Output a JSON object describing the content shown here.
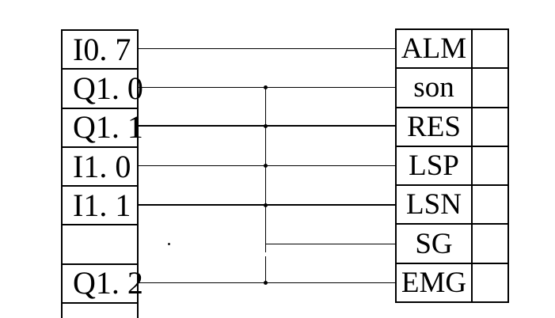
{
  "diagram": {
    "left_table": {
      "description": "PLC I/O address column",
      "rows": [
        "I0. 7",
        "Q1. 0",
        "Q1. 1",
        "I1. 0",
        "I1. 1",
        "",
        "Q1. 2",
        ""
      ]
    },
    "right_table": {
      "description": "Servo terminal column with blank pin column",
      "rows": [
        "ALM",
        "son",
        "RES",
        "LSP",
        "LSN",
        "SG",
        "EMG"
      ],
      "blank_column": ""
    },
    "connections": [
      {
        "from": "I0. 7",
        "to": "ALM",
        "junction_on_bus": false
      },
      {
        "from": "Q1. 0",
        "to": "son",
        "junction_on_bus": true
      },
      {
        "from": "Q1. 1",
        "to": "RES",
        "junction_on_bus": true
      },
      {
        "from": "I1. 0",
        "to": "LSP",
        "junction_on_bus": true
      },
      {
        "from": "I1. 1",
        "to": "LSN",
        "junction_on_bus": true
      },
      {
        "from": "bus",
        "to": "SG",
        "junction_on_bus": false
      },
      {
        "from": "Q1. 2",
        "to": "EMG",
        "junction_on_bus": true
      }
    ],
    "colors": {
      "line": "#000000",
      "background": "#ffffff",
      "text": "#000000"
    }
  }
}
